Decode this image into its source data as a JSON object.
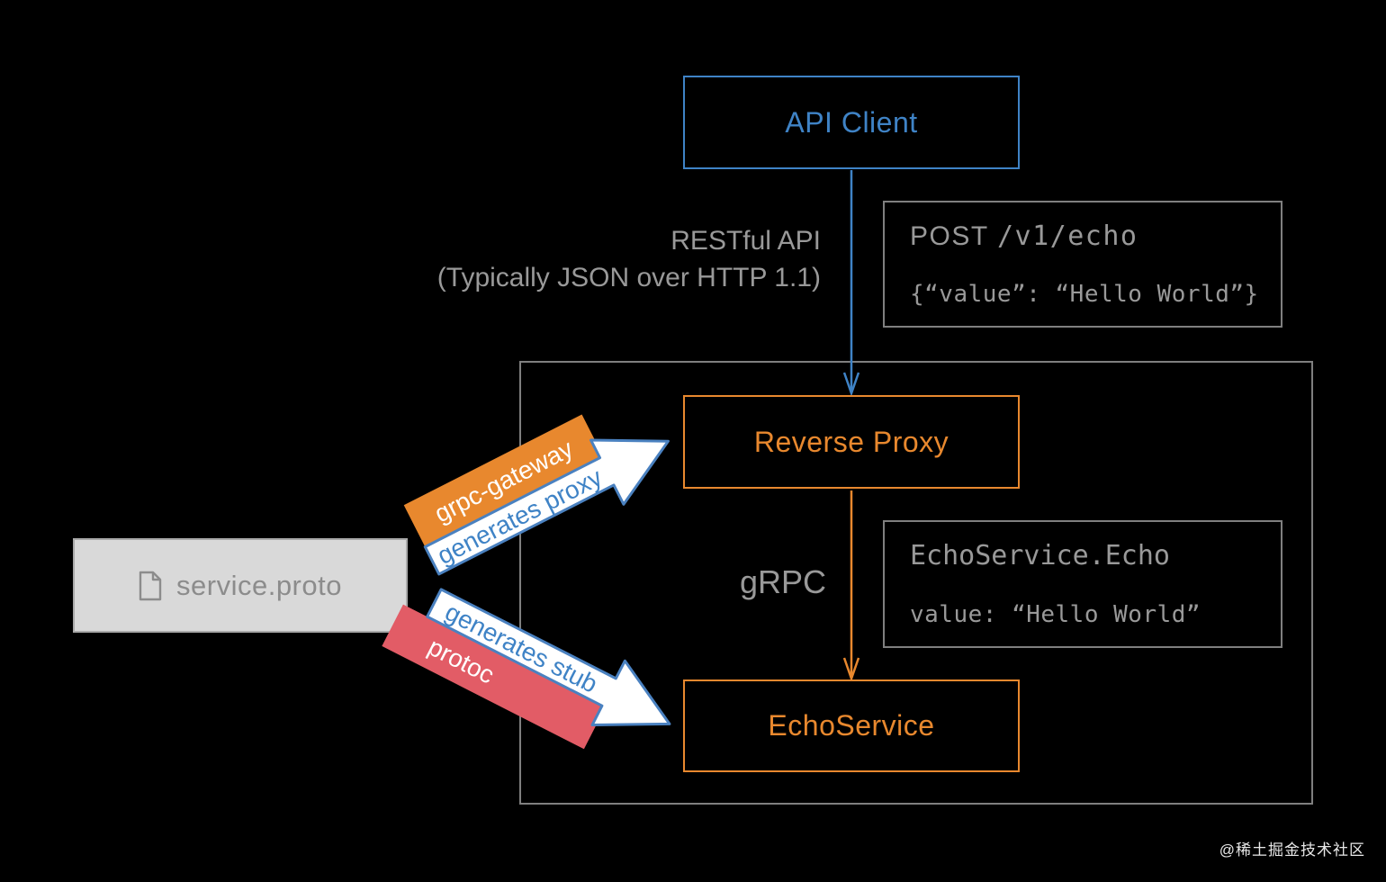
{
  "meta": {
    "watermark": "@稀土掘金技术社区"
  },
  "colors": {
    "accent_blue": "#3f83c6",
    "accent_orange": "#e8882e",
    "accent_red": "#e25c66",
    "box_gray": "#7f7f7f",
    "text_gray": "#999999",
    "proto_bg": "#d9d9d9",
    "background": "#000000"
  },
  "nodes": {
    "api_client": {
      "label": "API Client"
    },
    "reverse_proxy": {
      "label": "Reverse Proxy"
    },
    "echo_service": {
      "label": "EchoService"
    },
    "service_proto": {
      "label": "service.proto"
    }
  },
  "edges": {
    "rest": {
      "line1": "RESTful API",
      "line2": "(Typically JSON over HTTP 1.1)"
    },
    "grpc": {
      "label": "gRPC"
    }
  },
  "callouts": {
    "http_request": {
      "method": "POST",
      "path": "/v1/echo",
      "body": "{“value”: “Hello World”}"
    },
    "grpc_request": {
      "title": "EchoService.Echo",
      "body": "value: “Hello World”"
    }
  },
  "generators": {
    "gateway": {
      "tool": "grpc-gateway",
      "action": "generates proxy"
    },
    "protoc": {
      "tool": "protoc",
      "action": "generates stub"
    }
  }
}
